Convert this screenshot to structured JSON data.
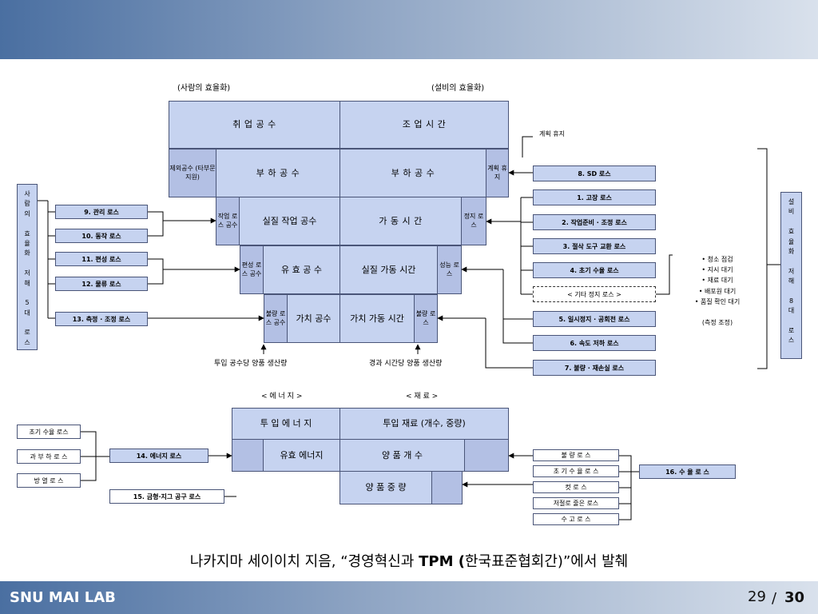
{
  "footer": {
    "lab": "SNU MAI LAB",
    "page": "29",
    "slash": "/",
    "total": "30"
  },
  "caption": {
    "pre": "나카지마 세이이치 지음, “경영혁신과 ",
    "bold": "TPM (",
    "mid": "한국표준협회간)",
    "post": "”에서 발췌"
  },
  "headers": {
    "people": "(사람의 효율화)",
    "equipment": "(설비의 효율화)",
    "energy": "< 에 너 지 >",
    "material": "< 재  료 >"
  },
  "top_table": {
    "emp_hours": "취   업   공   수",
    "op_time": "조   업   시   간",
    "excl": "제외공수 (타부문 지원)",
    "load_hours": "부   하   공   수",
    "load_time": "부   하   공   수",
    "plan_rest": "계획 휴지",
    "work_loss": "작업 로스 공수",
    "actual_work": "실질 작업 공수",
    "run_time": "가   동   시   간",
    "stop_loss": "정지 로스",
    "org_loss": "편성 로스 공수",
    "effective": "유 효 공 수",
    "actual_run": "실질 가동 시간",
    "perf_loss": "성능 로스",
    "defect_loss": "불량 로스 공수",
    "value_hours": "가치 공수",
    "value_run": "가치 가동 시간",
    "defect_loss2": "불량 로스"
  },
  "bottom_labels": {
    "per_hours": "투입 공수당 양품 생산량",
    "per_time": "경과 시간당 양품 생산량"
  },
  "plan_rest_label": "계획 휴지",
  "left_vertical": [
    "사",
    "람",
    "의",
    "",
    "효",
    "율",
    "화",
    "",
    "저",
    "해",
    "",
    "5",
    "대",
    "",
    "로",
    "스"
  ],
  "right_vertical": [
    "설",
    "비",
    "",
    "효",
    "율",
    "화",
    "",
    "저",
    "해",
    "",
    "8",
    "대",
    "",
    "로",
    "스"
  ],
  "people_losses": [
    "9. 관리 로스",
    "10. 동작 로스",
    "11. 편성 로스",
    "12. 물류 로스",
    "13. 측정 · 조정 로스"
  ],
  "equip_losses": [
    "8. SD 로스",
    "1. 고장 로스",
    "2. 작업준비 · 조정 로스",
    "3. 절삭 도구 교환 로스",
    "4. 초기 수율 로스",
    "< 기타 정지 로스 >",
    "5. 일시정지 · 공회전 로스",
    "6. 속도 저하 로스",
    "7. 불량 · 재손실 로스"
  ],
  "other_stops": [
    "• 청소 점검",
    "• 지시 대기",
    "• 재료 대기",
    "• 배포원 대기",
    "• 품질 확인 대기",
    "",
    "(측정 조정)"
  ],
  "bottom_table": {
    "input_energy": "투   입   에   너   지",
    "input_material": "투입 재료 (개수, 중량)",
    "effective_energy": "유효 에너지",
    "good_count": "양   품   개   수",
    "good_weight": "양   품   중   량"
  },
  "energy_small": [
    "초기 수율 로스",
    "과 부 하  로 스",
    "방   열   로   스"
  ],
  "energy_losses": [
    "14. 에너지  로스",
    "15. 금형·지그 공구 로스"
  ],
  "material_small": [
    "불    량    로    스",
    "초 기 수 율  로 스",
    "컷        로        스",
    "저절로 줄은 로스",
    "수    고    로    스"
  ],
  "yield_loss": "16. 수 율   로 스"
}
